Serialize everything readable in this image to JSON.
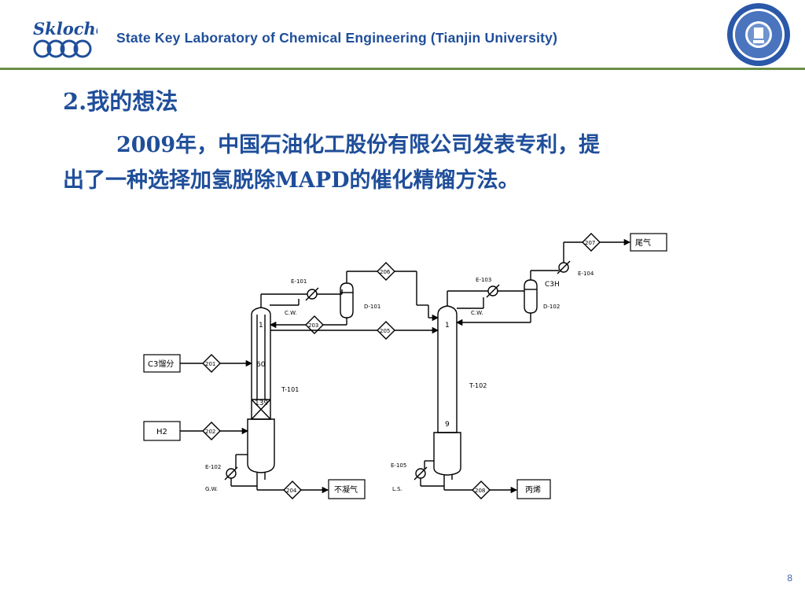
{
  "header": {
    "logo_text": "Skloche",
    "title": "State Key Laboratory of Chemical Engineering (Tianjin University)",
    "seal_icon": "tianjin-university-seal-icon"
  },
  "colors": {
    "primary": "#1f4e9a",
    "rule": "#6a8f45"
  },
  "heading": "2.我的想法",
  "paragraph": {
    "line1": "2009年，中国石油化工股份有限公司发表专利，提",
    "line2": "出了一种选择加氢脱除MAPD的催化精馏方法。"
  },
  "diagram": {
    "feeds": {
      "c3": "C3馏分",
      "h2": "H2"
    },
    "products": {
      "vent": "不凝气",
      "tail": "尾气",
      "propylene": "丙烯"
    },
    "streams": [
      "201",
      "202",
      "203",
      "204",
      "205",
      "206",
      "207",
      "208"
    ],
    "equipment": {
      "t101": "T-101",
      "t102": "T-102",
      "d101": "D-101",
      "d102": "D-102",
      "e101": "E-101",
      "e102": "E-102",
      "e103": "E-103",
      "e104": "E-104"
    },
    "labels": {
      "cw": "C.W.",
      "gw": "G.W.",
      "ls": "L.S.",
      "c3h": "C3H",
      "tray_top": "1",
      "tray_mid": "60",
      "tray_bot": "139",
      "tray_t102": "9"
    }
  },
  "page_number": "8"
}
